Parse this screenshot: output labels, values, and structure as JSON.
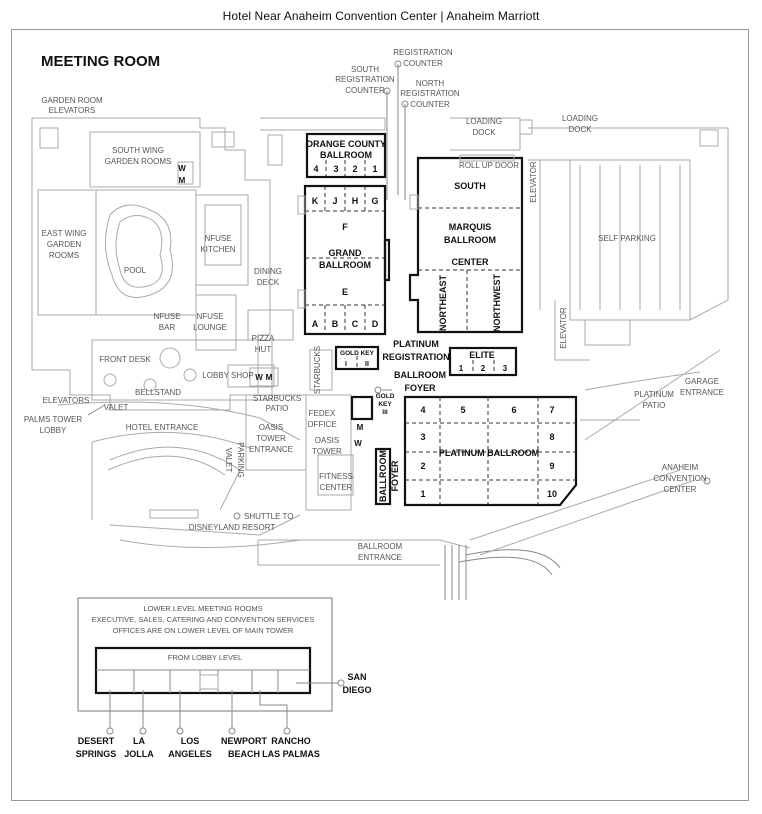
{
  "page_title": "Hotel Near Anaheim Convention Center | Anaheim Marriott",
  "map_title": "MEETING ROOM",
  "labels": {
    "registration_counter": [
      "REGISTRATION",
      "COUNTER"
    ],
    "south_registration_counter": [
      "SOUTH",
      "REGISTRATION",
      "COUNTER"
    ],
    "north_registration_counter": [
      "NORTH",
      "REGISTRATION",
      "COUNTER"
    ],
    "garden_room_elevators": [
      "GARDEN ROOM",
      "ELEVATORS"
    ],
    "south_wing_garden_rooms": [
      "SOUTH WING",
      "GARDEN ROOMS"
    ],
    "east_wing_garden_rooms": [
      "EAST WING",
      "GARDEN",
      "ROOMS"
    ],
    "pool": "POOL",
    "nfuse_kitchen": [
      "NFUSE",
      "KITCHEN"
    ],
    "dining_deck": [
      "DINING",
      "DECK"
    ],
    "nfuse_bar": [
      "NFUSE",
      "BAR"
    ],
    "nfuse_lounge": [
      "NFUSE",
      "LOUNGE"
    ],
    "pizza_hut": [
      "PIZZA",
      "HUT"
    ],
    "front_desk": "FRONT DESK",
    "lobby_shop": "LOBBY SHOP",
    "bellstand": "BELLSTAND",
    "valet": "VALET",
    "elevators": "ELEVATORS",
    "palms_tower_lobby": [
      "PALMS TOWER",
      "LOBBY"
    ],
    "hotel_entrance": "HOTEL ENTRANCE",
    "valet_parking": [
      "VALET",
      "PARKING"
    ],
    "shuttle": [
      "SHUTTLE TO",
      "DISNEYLAND RESORT"
    ],
    "starbucks": "STARBUCKS",
    "starbucks_patio": [
      "STARBUCKS",
      "PATIO"
    ],
    "oasis_tower_entrance": [
      "OASIS",
      "TOWER",
      "ENTRANCE"
    ],
    "fedex_office": [
      "FEDEX",
      "OFFICE"
    ],
    "oasis_tower": [
      "OASIS",
      "TOWER"
    ],
    "fitness_center": [
      "FITNESS",
      "CENTER"
    ],
    "ballroom_entrance": [
      "BALLROOM",
      "ENTRANCE"
    ],
    "loading_dock_1": [
      "LOADING",
      "DOCK"
    ],
    "loading_dock_2": [
      "LOADING",
      "DOCK"
    ],
    "roll_up_door": "ROLL UP DOOR",
    "elevator": "ELEVATOR",
    "self_parking": "SELF PARKING",
    "platinum_patio": [
      "PLATINUM",
      "PATIO"
    ],
    "garage_entrance": [
      "GARAGE",
      "ENTRANCE"
    ],
    "anaheim_convention_center": [
      "ANAHEIM",
      "CONVENTION",
      "CENTER"
    ],
    "restroom_w": "W",
    "restroom_m": "M"
  },
  "rooms": {
    "orange_county": [
      "ORANGE COUNTY",
      "BALLROOM"
    ],
    "orange_county_sections": [
      "4",
      "3",
      "2",
      "1"
    ],
    "grand_top_sections": [
      "K",
      "J",
      "H",
      "G"
    ],
    "grand_f": "F",
    "grand_name": [
      "GRAND",
      "BALLROOM"
    ],
    "grand_e": "E",
    "grand_bottom_sections": [
      "A",
      "B",
      "C",
      "D"
    ],
    "south": "SOUTH",
    "marquis": [
      "MARQUIS",
      "BALLROOM"
    ],
    "center": "CENTER",
    "northeast": "NORTHEAST",
    "northwest": "NORTHWEST",
    "gold_key": "GOLD KEY",
    "gold_key_sections": [
      "I",
      "II"
    ],
    "platinum_registration": [
      "PLATINUM",
      "REGISTRATION"
    ],
    "elite": "ELITE",
    "elite_sections": [
      "1",
      "2",
      "3"
    ],
    "ballroom_foyer": [
      "BALLROOM",
      "FOYER"
    ],
    "gold_key_iii": [
      "GOLD",
      "KEY",
      "III"
    ],
    "platinum_ballroom": "PLATINUM BALLROOM",
    "platinum_sections": [
      "4",
      "5",
      "6",
      "7",
      "3",
      "8",
      "2",
      "9",
      "1",
      "10"
    ],
    "ballroom_foyer_vertical": [
      "BALLROOM",
      "FOYER"
    ]
  },
  "lower_level": {
    "title": [
      "LOWER LEVEL MEETING ROOMS",
      "EXECUTIVE, SALES, CATERING AND CONVENTION SERVICES",
      "OFFICES ARE ON LOWER LEVEL OF MAIN TOWER"
    ],
    "from_lobby": "FROM LOBBY LEVEL",
    "rooms": [
      {
        "lines": [
          "DESERT",
          "SPRINGS"
        ]
      },
      {
        "lines": [
          "LA",
          "JOLLA"
        ]
      },
      {
        "lines": [
          "LOS",
          "ANGELES"
        ]
      },
      {
        "lines": [
          "NEWPORT",
          "BEACH"
        ]
      },
      {
        "lines": [
          "RANCHO",
          "LAS PALMAS"
        ]
      },
      {
        "lines": [
          "SAN",
          "DIEGO"
        ]
      }
    ]
  }
}
